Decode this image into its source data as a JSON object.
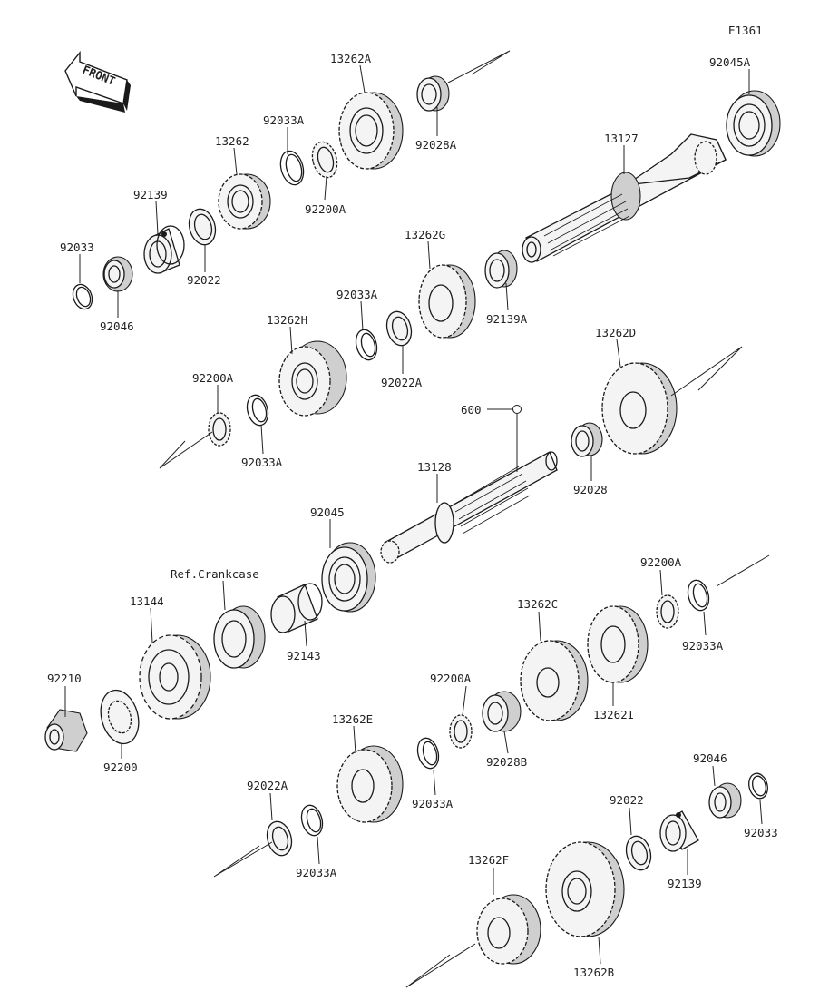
{
  "diagram_code": "E1361",
  "front_label": "FRONT",
  "parts": {
    "p13262A": "13262A",
    "p92028A": "92028A",
    "p92045A": "92045A",
    "p92033A_top": "92033A",
    "p13262": "13262",
    "p92200A_top": "92200A",
    "p13127": "13127",
    "p92139_top": "92139",
    "p92033_top": "92033",
    "p92022_top": "92022",
    "p92046_top": "92046",
    "p13262G": "13262G",
    "p92139A": "92139A",
    "p13262H": "13262H",
    "p92033A_mid": "92033A",
    "p92022A_mid": "92022A",
    "p13262D": "13262D",
    "p92200A_mid": "92200A",
    "p92033A_mid2": "92033A",
    "p600": "600",
    "p13128": "13128",
    "p92028": "92028",
    "p92045": "92045",
    "p_ref": "Ref.Crankcase",
    "p13144": "13144",
    "p92143": "92143",
    "p92200A_right": "92200A",
    "p13262C": "13262C",
    "p92033A_right": "92033A",
    "p92210": "92210",
    "p92200A_low": "92200A",
    "p13262I": "13262I",
    "p92200": "92200",
    "p92028B": "92028B",
    "p13262E": "13262E",
    "p92033A_low": "92033A",
    "p92046_low": "92046",
    "p92022A_low": "92022A",
    "p92022_low": "92022",
    "p92033_low": "92033",
    "p92033A_low2": "92033A",
    "p92139_low": "92139",
    "p13262F": "13262F",
    "p13262B": "13262B"
  }
}
